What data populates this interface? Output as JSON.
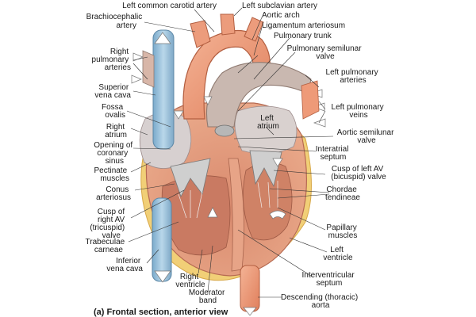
{
  "caption": "(a) Frontal section, anterior view",
  "labels": {
    "left_common_carotid_artery": "Left common carotid artery",
    "left_subclavian_artery": "Left subclavian artery",
    "brachiocephalic_artery": [
      "Brachiocephalic",
      "artery"
    ],
    "aortic_arch": "Aortic arch",
    "ligamentum_arteriosum": "Ligamentum arteriosum",
    "pulmonary_trunk": "Pulmonary trunk",
    "right_pulmonary_arteries": [
      "Right",
      "pulmonary",
      "arteries"
    ],
    "pulmonary_semilunar_valve": [
      "Pulmonary semilunar",
      "valve"
    ],
    "left_pulmonary_arteries": [
      "Left pulmonary",
      "arteries"
    ],
    "superior_vena_cava": [
      "Superior",
      "vena cava"
    ],
    "left_pulmonary_veins": [
      "Left pulmonary",
      "veins"
    ],
    "fossa_ovalis": [
      "Fossa",
      "ovalis"
    ],
    "left_atrium": [
      "Left",
      "atrium"
    ],
    "right_atrium": [
      "Right",
      "atrium"
    ],
    "aortic_semilunar_valve": [
      "Aortic semilunar",
      "valve"
    ],
    "opening_of_coronary_sinus": [
      "Opening of",
      "coronary",
      "sinus"
    ],
    "interatrial_septum": [
      "Interatrial",
      "septum"
    ],
    "pectinate_muscles": [
      "Pectinate",
      "muscles"
    ],
    "cusp_of_left_av_valve": [
      "Cusp of left AV",
      "(bicuspid) valve"
    ],
    "conus_arteriosus": [
      "Conus",
      "arteriosus"
    ],
    "chordae_tendineae": [
      "Chordae",
      "tendineae"
    ],
    "cusp_of_right_av_valve": [
      "Cusp of",
      "right AV",
      "(tricuspid)",
      "valve"
    ],
    "papillary_muscles": [
      "Papillary",
      "muscles"
    ],
    "trabeculae_carneae": [
      "Trabeculae",
      "carneae"
    ],
    "left_ventricle": [
      "Left",
      "ventricle"
    ],
    "inferior_vena_cava": [
      "Inferior",
      "vena cava"
    ],
    "interventricular_septum": [
      "Interventricular",
      "septum"
    ],
    "right_ventricle": [
      "Right",
      "ventricle"
    ],
    "moderator_band": [
      "Moderator",
      "band"
    ],
    "descending_thoracic_aorta": [
      "Descending (thoracic)",
      "aorta"
    ]
  },
  "colors": {
    "vena_cava": "#9ec4dc",
    "aorta": "#ee9a78",
    "myocardium": "#e69a7f",
    "chamber": "#d9d2d2",
    "fat": "#f3d27a",
    "background": "#ffffff"
  }
}
